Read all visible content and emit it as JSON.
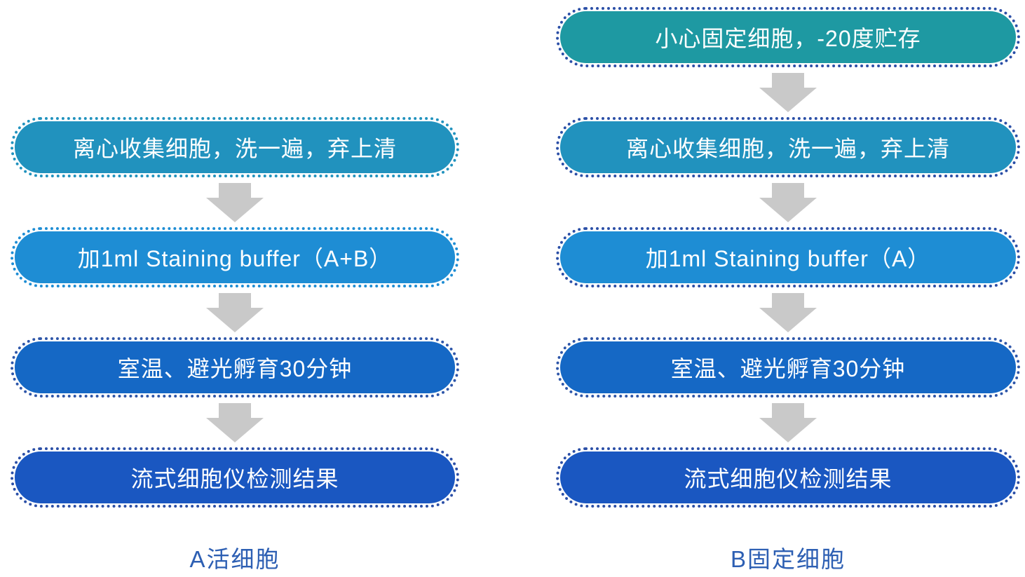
{
  "colors": {
    "background": "#FFFFFF",
    "arrow": "#C9C9C9",
    "label_text": "#2D5FB3",
    "dot_navy": "#2B4FA7"
  },
  "columns": [
    {
      "label": "A活细胞",
      "steps": [
        {
          "text": "离心收集细胞，洗一遍，弃上清",
          "fill": "#2192BE",
          "dots": "#2192BE"
        },
        {
          "text": "加1ml Staining buffer（A+B）",
          "fill": "#1E8DD4",
          "dots": "#1E8DD4"
        },
        {
          "text": "室温、避光孵育30分钟",
          "fill": "#1568C5",
          "dots": "#2E56A9"
        },
        {
          "text": "流式细胞仪检测结果",
          "fill": "#1A57C1",
          "dots": "#2B4FA7"
        }
      ]
    },
    {
      "label": "B固定细胞",
      "steps": [
        {
          "text": "小心固定细胞，-20度贮存",
          "fill": "#1E99A2",
          "dots": "#2B4FA7"
        },
        {
          "text": "离心收集细胞，洗一遍，弃上清",
          "fill": "#2192BE",
          "dots": "#2B4FA7"
        },
        {
          "text": "加1ml Staining buffer（A）",
          "fill": "#1E8DD4",
          "dots": "#2B4FA7"
        },
        {
          "text": "室温、避光孵育30分钟",
          "fill": "#1568C5",
          "dots": "#2E56A9"
        },
        {
          "text": "流式细胞仪检测结果",
          "fill": "#1A57C1",
          "dots": "#2B4FA7"
        }
      ]
    }
  ]
}
